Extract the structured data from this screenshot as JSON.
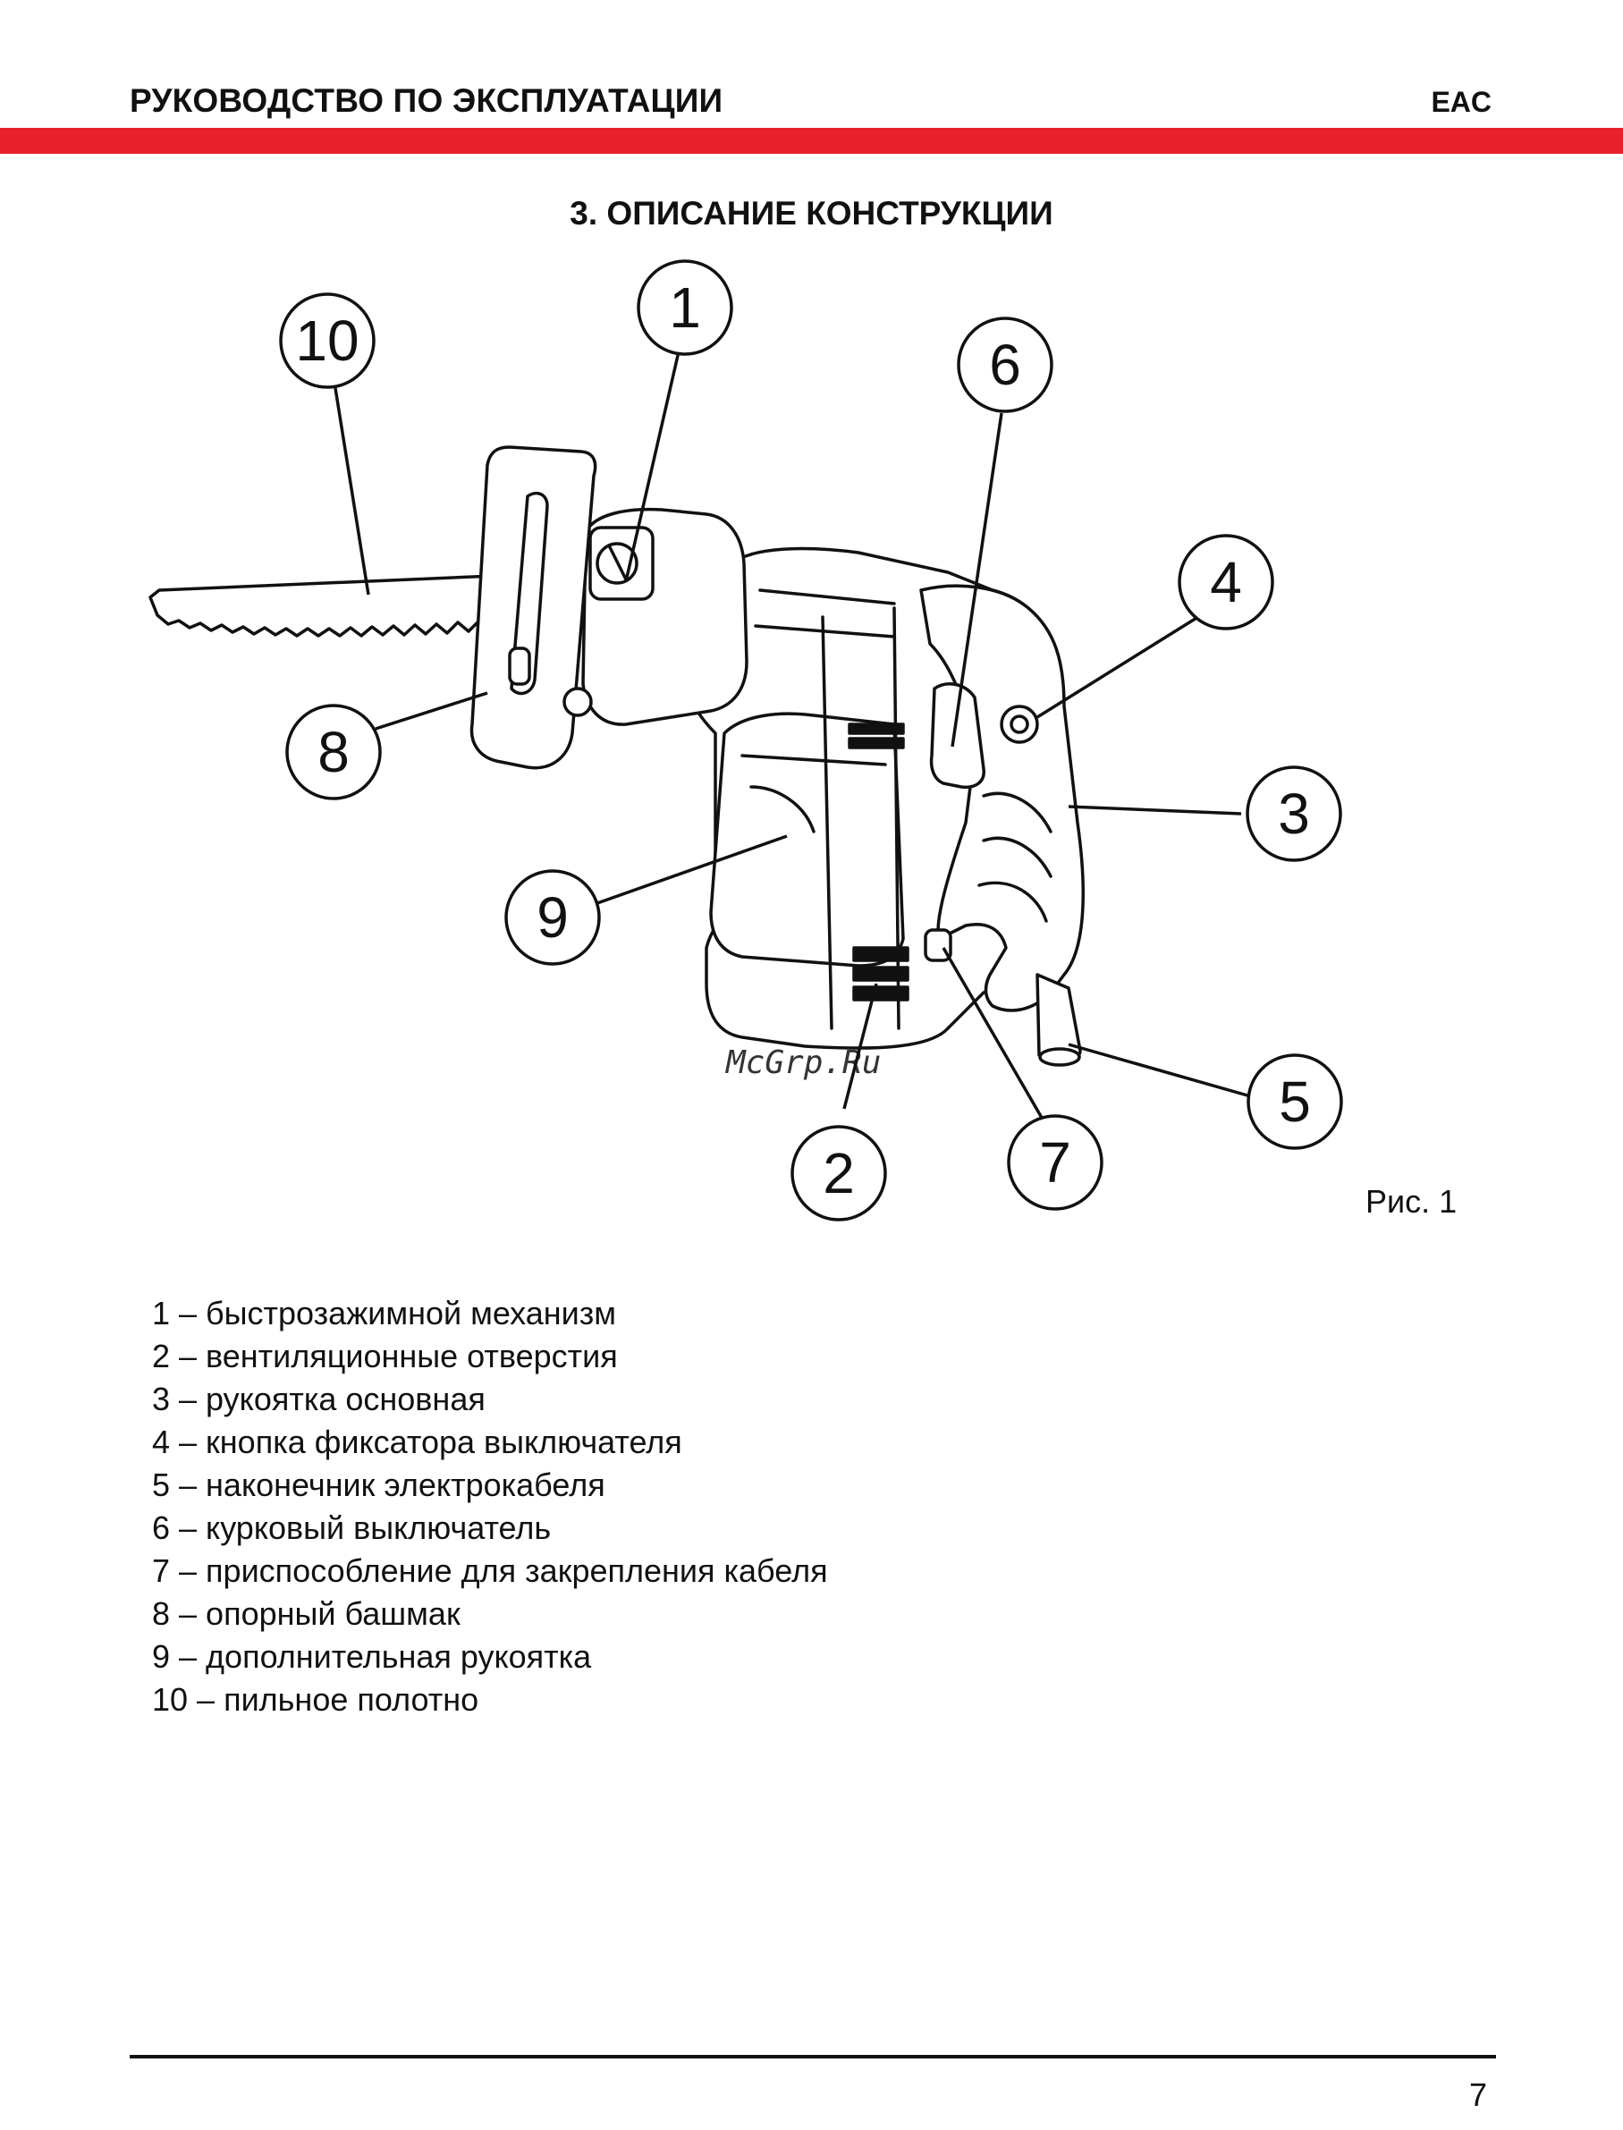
{
  "header": {
    "title": "РУКОВОДСТВО ПО ЭКСПЛУАТАЦИИ",
    "badge": "EAC",
    "accent_color": "#e8202a"
  },
  "section": {
    "title": "3. ОПИСАНИЕ КОНСТРУКЦИИ"
  },
  "figure": {
    "caption": "Рис. 1",
    "watermark": "McGrp.Ru",
    "callouts": [
      "1",
      "2",
      "3",
      "4",
      "5",
      "6",
      "7",
      "8",
      "9",
      "10"
    ]
  },
  "legend": [
    "1 – быстрозажимной механизм",
    "2 – вентиляционные отверстия",
    "3 – рукоятка основная",
    "4 – кнопка фиксатора выключателя",
    "5 – наконечник электрокабеля",
    "6 – курковый выключатель",
    "7 – приспособление для закрепления кабеля",
    "8 – опорный башмак",
    "9 – дополнительная рукоятка",
    "10 – пильное полотно"
  ],
  "footer": {
    "page_number": "7"
  }
}
